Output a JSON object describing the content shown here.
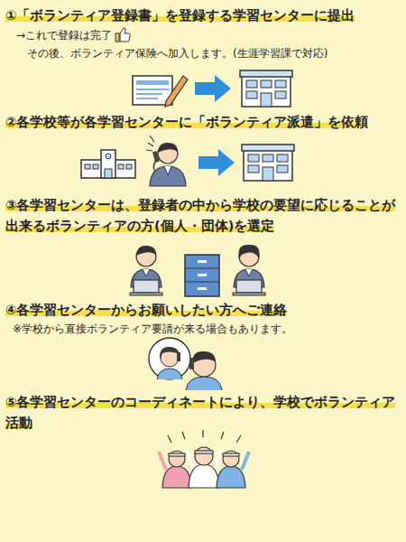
{
  "diagram": {
    "labels": [
      "①「ボランティア登録書」を登録する学習センターに提出",
      "→これで登録は完了",
      "その後、ボランティア保険へ加入します。(生涯学習課で対応)",
      "②各学校等が各学習センターに「ボランティア派遣」を依頼",
      "③各学習センターは、登録者の中から学校の要望に応じることが出来るボランティアの方(個人・団体)を選定",
      "④各学習センターからお願いしたい方へご連絡",
      "※学校から直接ボランティア要請が来る場合もあります。",
      "⑤各学習センターのコーディネートにより、学校でボランティア活動"
    ]
  }
}
